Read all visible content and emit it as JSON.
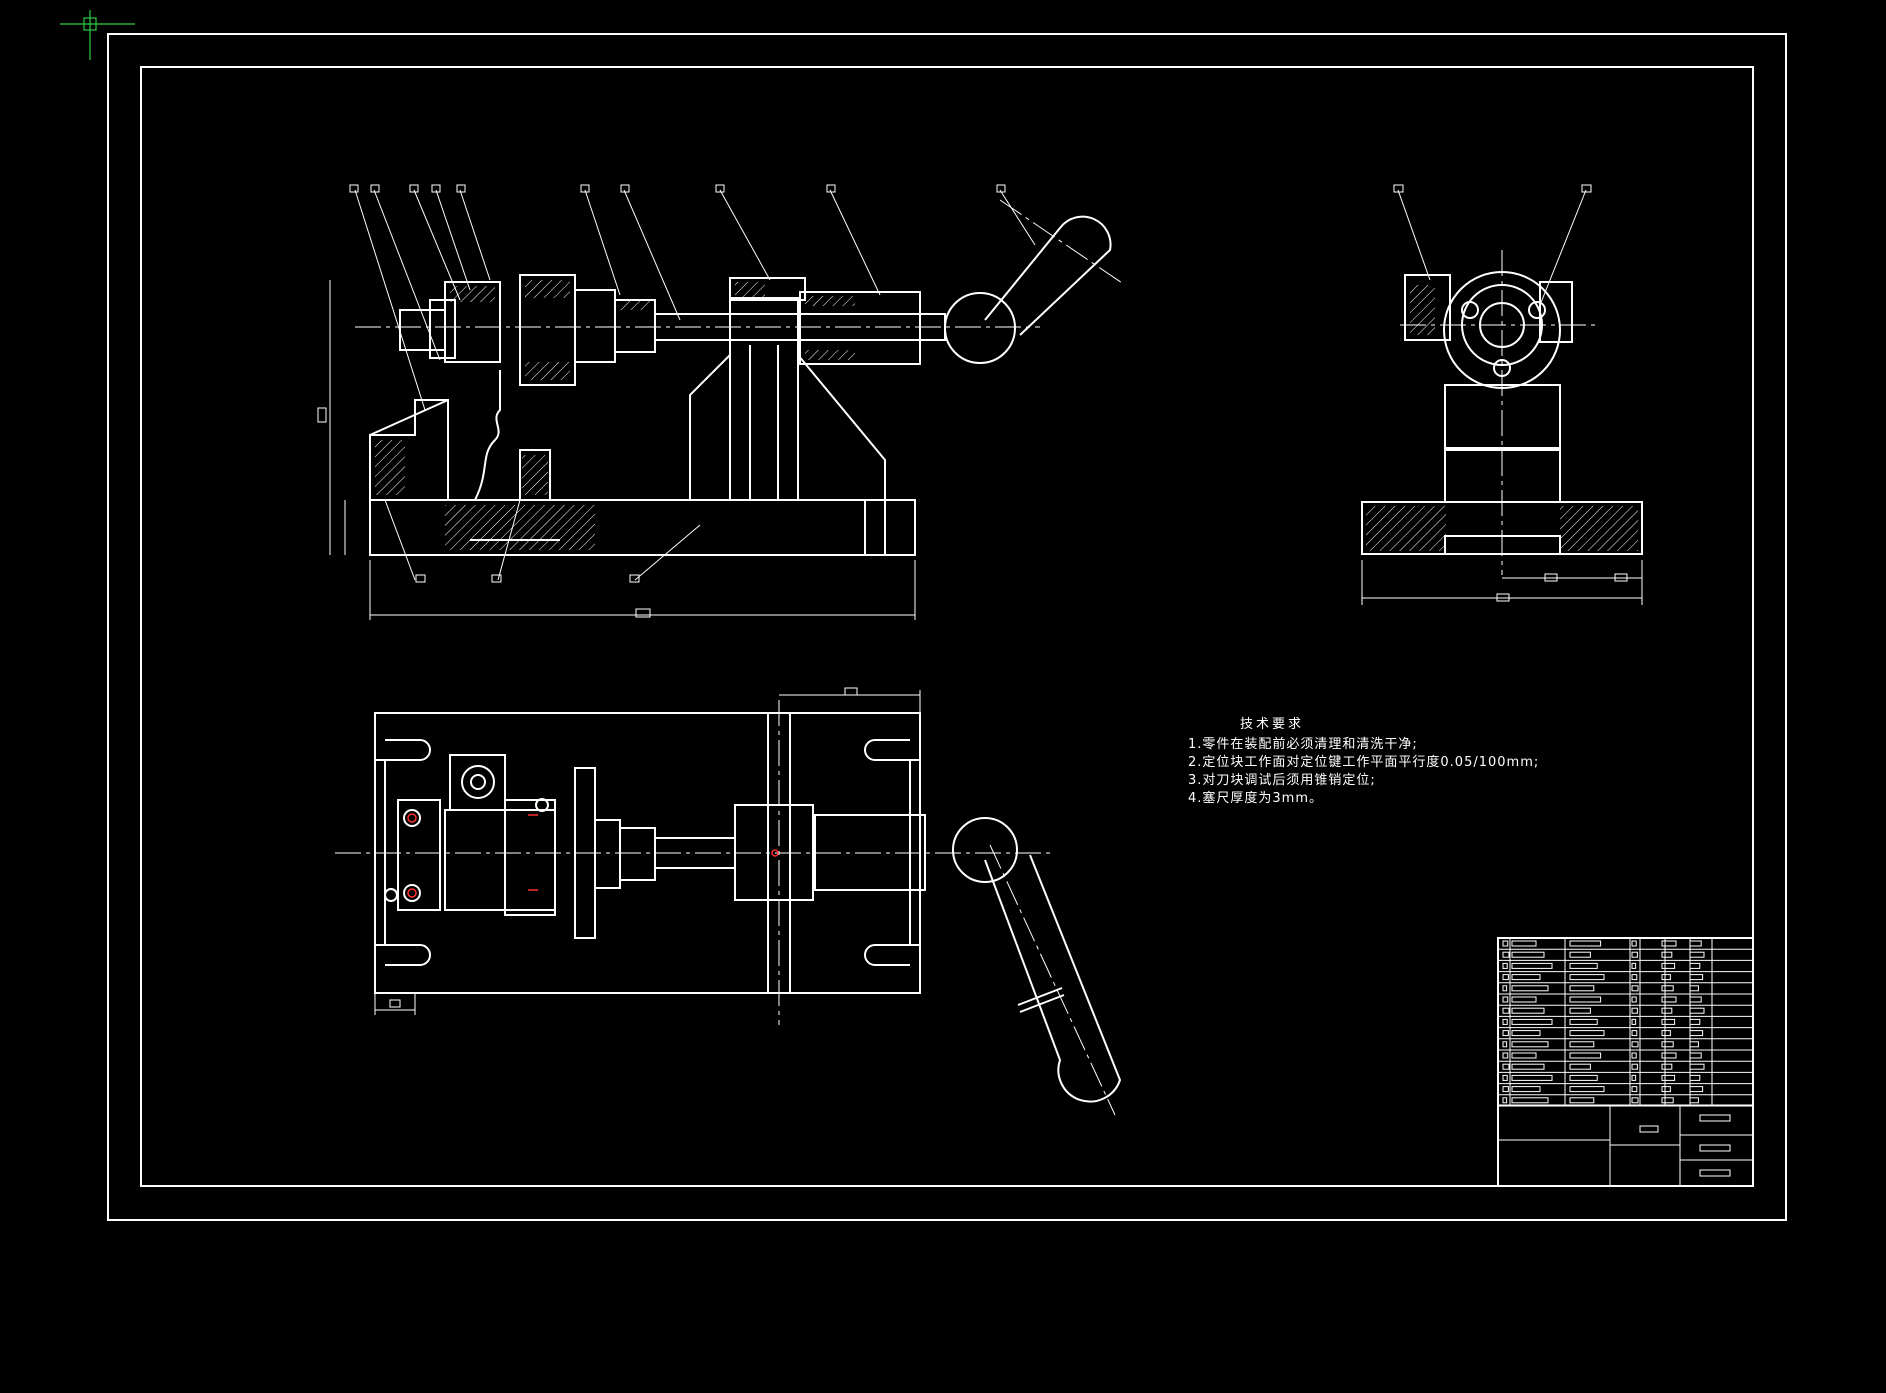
{
  "technical_requirements": {
    "title": "技术要求",
    "items": [
      "1.零件在装配前必须清理和清洗干净;",
      "2.定位块工作面对定位键工作平面平行度0.05/100mm;",
      "3.对刀块调试后须用锥销定位;",
      "4.塞尺厚度为3mm。"
    ]
  },
  "colors": {
    "background": "#000000",
    "line": "#ffffff",
    "center_mark": "#ff3030",
    "ucs_icon": "#2ecc40"
  }
}
